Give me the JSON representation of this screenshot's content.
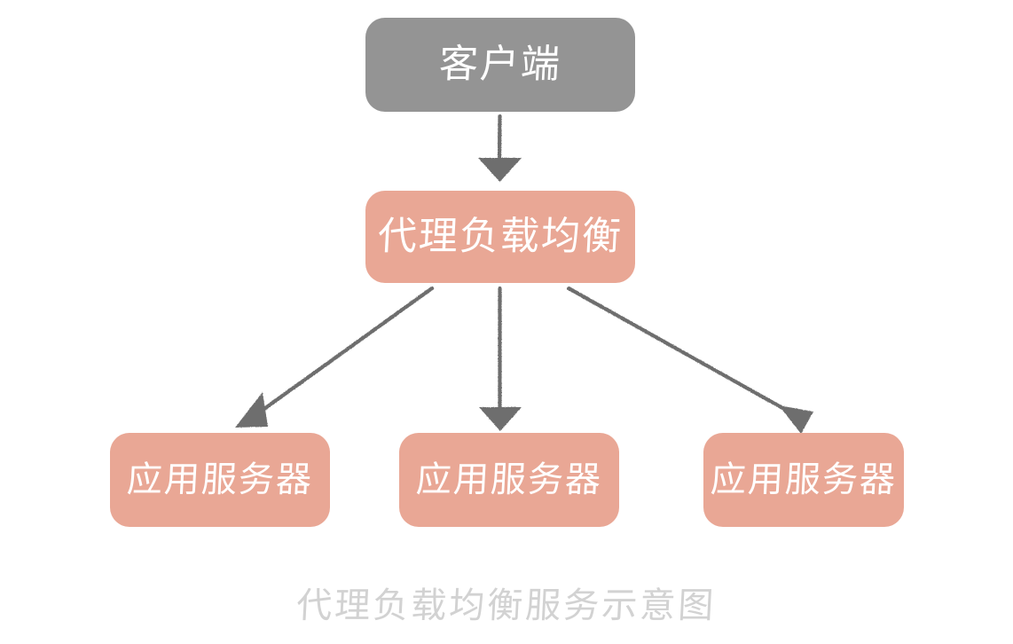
{
  "diagram": {
    "title": "代理负载均衡服务示意图",
    "caption": "代理负载均衡服务示意图",
    "background_color": "#ffffff",
    "nodes": [
      {
        "id": "client",
        "label": "客户端",
        "fill": "#949494",
        "text_color": "#ffffff"
      },
      {
        "id": "load-balancer",
        "label": "代理负载均衡",
        "fill": "#e9a795",
        "text_color": "#ffffff"
      },
      {
        "id": "app-server-1",
        "label": "应用服务器",
        "fill": "#e9a795",
        "text_color": "#ffffff"
      },
      {
        "id": "app-server-2",
        "label": "应用服务器",
        "fill": "#e9a795",
        "text_color": "#ffffff"
      },
      {
        "id": "app-server-3",
        "label": "应用服务器",
        "fill": "#e9a795",
        "text_color": "#ffffff"
      }
    ],
    "edges": [
      {
        "id": "client-to-lb",
        "from": "client",
        "to": "load-balancer",
        "style": "hand-drawn-arrow",
        "color": "#6e6e6e"
      },
      {
        "id": "lb-to-app-1",
        "from": "load-balancer",
        "to": "app-server-1",
        "style": "hand-drawn-arrow",
        "color": "#6e6e6e"
      },
      {
        "id": "lb-to-app-2",
        "from": "load-balancer",
        "to": "app-server-2",
        "style": "hand-drawn-arrow",
        "color": "#6e6e6e"
      },
      {
        "id": "lb-to-app-3",
        "from": "load-balancer",
        "to": "app-server-3",
        "style": "hand-drawn-arrow",
        "color": "#6e6e6e"
      }
    ],
    "caption_color": "#d2d2d2"
  }
}
